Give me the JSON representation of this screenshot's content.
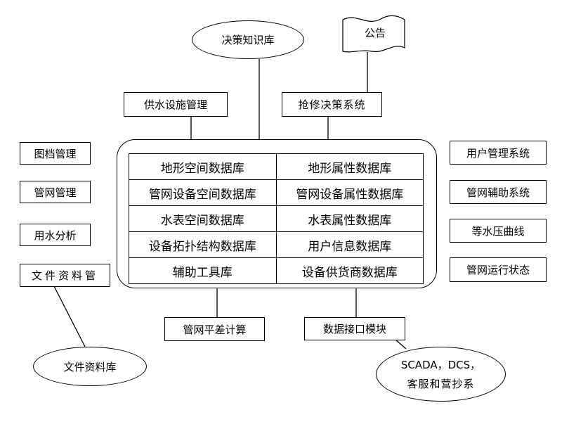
{
  "top": {
    "decision_kb": "决策知识库",
    "announcement": "公告",
    "water_facility_mgmt": "供水设施管理",
    "repair_decision": "抢修决策系统"
  },
  "left": {
    "archive_mgmt": "图档管理",
    "pipe_mgmt": "管网管理",
    "water_analysis": "用水分析",
    "file_mgmt": "文件资料管",
    "file_db": "文件资料库"
  },
  "right": {
    "user_mgmt": "用户管理系统",
    "pipe_aux": "管网辅助系统",
    "isobar": "等水压曲线",
    "pipe_status": "管网运行状态"
  },
  "bottom": {
    "adjustment": "管网平差计算",
    "interface": "数据接口模块",
    "external_line1": "SCADA，DCS，",
    "external_line2": "客服和营抄系"
  },
  "central_db": {
    "rows": [
      [
        "地形空间数据库",
        "地形属性数据库"
      ],
      [
        "管网设备空间数据库",
        "管网设备属性数据库"
      ],
      [
        "水表空间数据库",
        "水表属性数据库"
      ],
      [
        "设备拓扑结构数据库",
        "用户信息数据库"
      ],
      [
        "辅助工具库",
        "设备供货商数据库"
      ]
    ]
  }
}
